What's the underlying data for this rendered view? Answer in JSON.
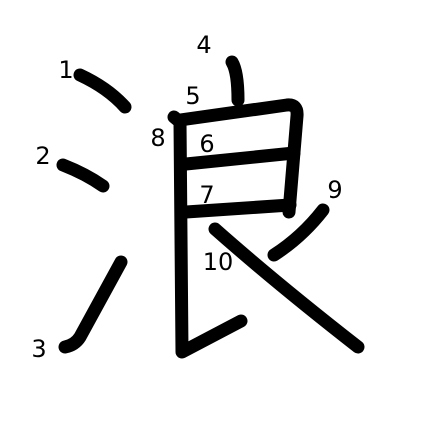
{
  "character": "浪",
  "stroke_count": 10,
  "stroke_numbers": [
    "1",
    "2",
    "3",
    "4",
    "5",
    "6",
    "7",
    "8",
    "9",
    "10"
  ],
  "colors": {
    "ink": "#000000",
    "background": "#ffffff"
  }
}
